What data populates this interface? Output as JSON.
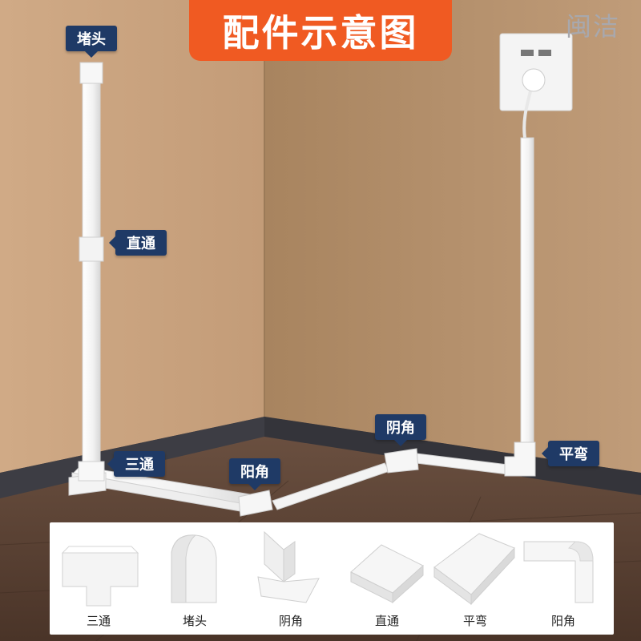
{
  "title": "配件示意图",
  "brand": "闽洁",
  "tags": {
    "end_cap": "堵头",
    "straight": "直通",
    "tee": "三通",
    "outer_corner": "阳角",
    "inner_corner": "阴角",
    "flat_bend": "平弯"
  },
  "parts": [
    {
      "label": "三通",
      "icon": "tee-connector-icon"
    },
    {
      "label": "堵头",
      "icon": "end-cap-icon"
    },
    {
      "label": "阴角",
      "icon": "inner-corner-icon"
    },
    {
      "label": "直通",
      "icon": "straight-connector-icon"
    },
    {
      "label": "平弯",
      "icon": "flat-bend-icon"
    },
    {
      "label": "阳角",
      "icon": "outer-corner-icon"
    }
  ],
  "colors": {
    "title_bg": "#f05a22",
    "tag_bg": "#1f3a66",
    "wall_left": "#c9a27e",
    "wall_right": "#b5906e",
    "floor": "#5b4232",
    "skirting": "#3d3d44"
  }
}
